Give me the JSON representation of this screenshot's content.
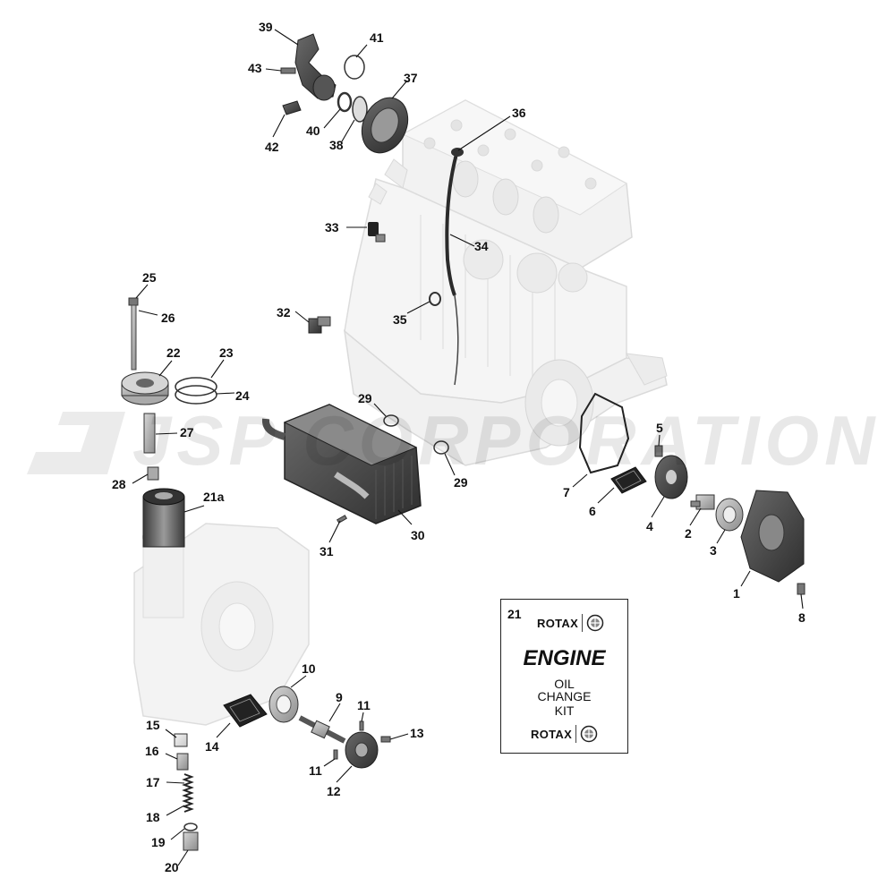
{
  "watermark": {
    "text": "JSP CORPORATION"
  },
  "callouts": [
    {
      "id": "c39",
      "label": "39"
    },
    {
      "id": "c41",
      "label": "41"
    },
    {
      "id": "c43",
      "label": "43"
    },
    {
      "id": "c37",
      "label": "37"
    },
    {
      "id": "c36",
      "label": "36"
    },
    {
      "id": "c40",
      "label": "40"
    },
    {
      "id": "c38",
      "label": "38"
    },
    {
      "id": "c42",
      "label": "42"
    },
    {
      "id": "c33",
      "label": "33"
    },
    {
      "id": "c34",
      "label": "34"
    },
    {
      "id": "c25",
      "label": "25"
    },
    {
      "id": "c26",
      "label": "26"
    },
    {
      "id": "c32",
      "label": "32"
    },
    {
      "id": "c35",
      "label": "35"
    },
    {
      "id": "c22",
      "label": "22"
    },
    {
      "id": "c23",
      "label": "23"
    },
    {
      "id": "c29a",
      "label": "29"
    },
    {
      "id": "c24",
      "label": "24"
    },
    {
      "id": "c27",
      "label": "27"
    },
    {
      "id": "c5",
      "label": "5"
    },
    {
      "id": "c29b",
      "label": "29"
    },
    {
      "id": "c28",
      "label": "28"
    },
    {
      "id": "c21a",
      "label": "21a"
    },
    {
      "id": "c7",
      "label": "7"
    },
    {
      "id": "c6",
      "label": "6"
    },
    {
      "id": "c4",
      "label": "4"
    },
    {
      "id": "c2",
      "label": "2"
    },
    {
      "id": "c3",
      "label": "3"
    },
    {
      "id": "c30",
      "label": "30"
    },
    {
      "id": "c31",
      "label": "31"
    },
    {
      "id": "c1",
      "label": "1"
    },
    {
      "id": "c8",
      "label": "8"
    },
    {
      "id": "c10",
      "label": "10"
    },
    {
      "id": "c9",
      "label": "9"
    },
    {
      "id": "c11a",
      "label": "11"
    },
    {
      "id": "c15",
      "label": "15"
    },
    {
      "id": "c13",
      "label": "13"
    },
    {
      "id": "c14",
      "label": "14"
    },
    {
      "id": "c16",
      "label": "16"
    },
    {
      "id": "c11b",
      "label": "11"
    },
    {
      "id": "c12",
      "label": "12"
    },
    {
      "id": "c17",
      "label": "17"
    },
    {
      "id": "c18",
      "label": "18"
    },
    {
      "id": "c19",
      "label": "19"
    },
    {
      "id": "c20",
      "label": "20"
    }
  ],
  "kit": {
    "number": "21",
    "brand_top": "ROTAX",
    "brand_bottom": "ROTAX",
    "title": "ENGINE",
    "line1": "OIL",
    "line2": "CHANGE",
    "line3": "KIT"
  }
}
